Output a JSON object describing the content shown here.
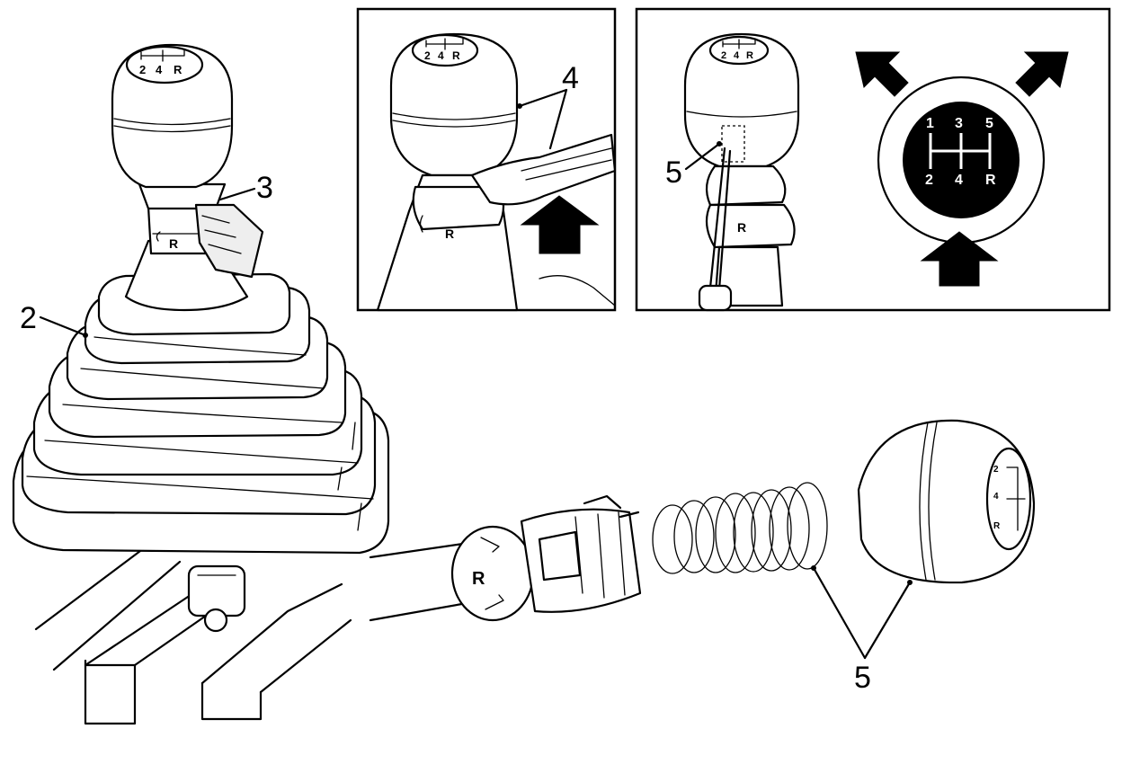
{
  "callouts": {
    "label_2": "2",
    "label_3": "3",
    "label_4": "4",
    "label_5_panel": "5",
    "label_5_parts": "5"
  },
  "knob_pattern": {
    "top_row": [
      "1",
      "3",
      "5"
    ],
    "bottom_row": [
      "2",
      "4",
      "R"
    ]
  },
  "colors": {
    "line": "#000000",
    "background": "#ffffff",
    "pattern_disc": "#000000"
  },
  "icons": [
    "arrow-icon"
  ]
}
